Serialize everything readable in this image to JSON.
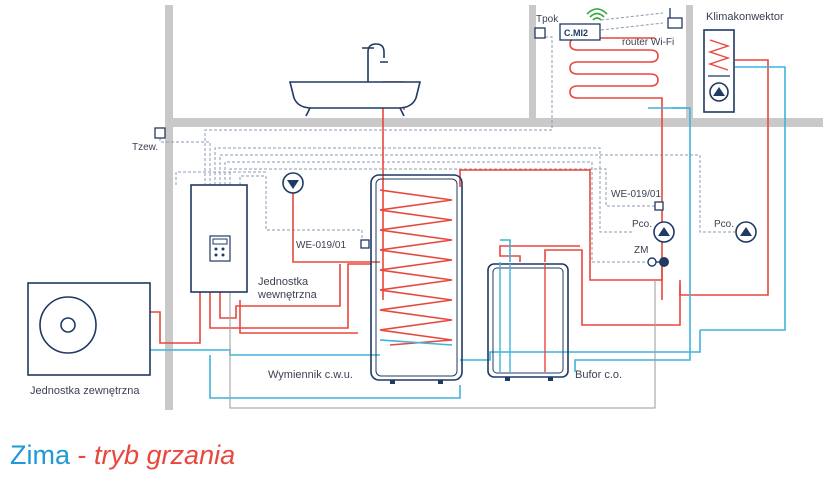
{
  "labels": {
    "outdoor_unit": "Jednostka zewnętrzna",
    "indoor_unit_1": "Jednostka",
    "indoor_unit_2": "wewnętrzna",
    "dhw_exchanger": "Wymiennik c.w.u.",
    "buffer": "Bufor c.o.",
    "fan_coil": "Klimakonwektor",
    "router": "router Wi-Fi",
    "controller": "C.MI2",
    "room_temp": "Tpok",
    "outdoor_temp": "Tzew.",
    "sensor_tank": "WE-019/01",
    "sensor_circuit": "WE-019/01",
    "pump_floor": "Pco.",
    "pump_fancoil": "Pco.",
    "mixing_valve": "ZM"
  },
  "caption": {
    "season": "Zima",
    "separator": "-",
    "mode": "tryb grzania"
  },
  "colors": {
    "hot": "#e8473d",
    "cold": "#3fb3dc",
    "wall": "#c9c9c9",
    "equipment": "#1f3a63",
    "control": "#8b9bb5",
    "return": "#9a9a9a"
  }
}
